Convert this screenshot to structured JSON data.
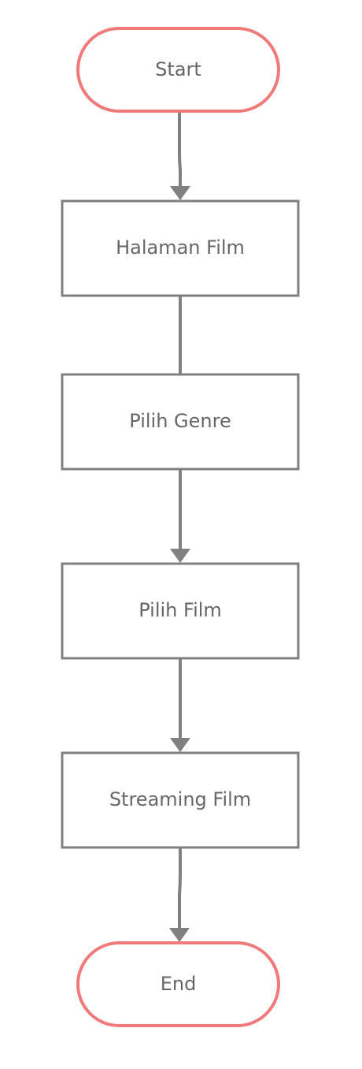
{
  "flowchart": {
    "nodes": [
      {
        "id": "start",
        "shape": "terminator",
        "label": "Start"
      },
      {
        "id": "halaman-film",
        "shape": "process",
        "label": "Halaman Film"
      },
      {
        "id": "pilih-genre",
        "shape": "process",
        "label": "Pilih Genre"
      },
      {
        "id": "pilih-film",
        "shape": "process",
        "label": "Pilih Film"
      },
      {
        "id": "streaming-film",
        "shape": "process",
        "label": "Streaming Film"
      },
      {
        "id": "end",
        "shape": "terminator",
        "label": "End"
      }
    ],
    "edges": [
      {
        "from": "start",
        "to": "halaman-film",
        "arrow": true
      },
      {
        "from": "halaman-film",
        "to": "pilih-genre",
        "arrow": false
      },
      {
        "from": "pilih-genre",
        "to": "pilih-film",
        "arrow": true
      },
      {
        "from": "pilih-film",
        "to": "streaming-film",
        "arrow": true
      },
      {
        "from": "streaming-film",
        "to": "end",
        "arrow": true
      }
    ]
  },
  "colors": {
    "terminator_stroke": "#f07a7a",
    "process_stroke": "#808080",
    "connector": "#808080",
    "label_text": "#666666",
    "background": "#ffffff"
  }
}
